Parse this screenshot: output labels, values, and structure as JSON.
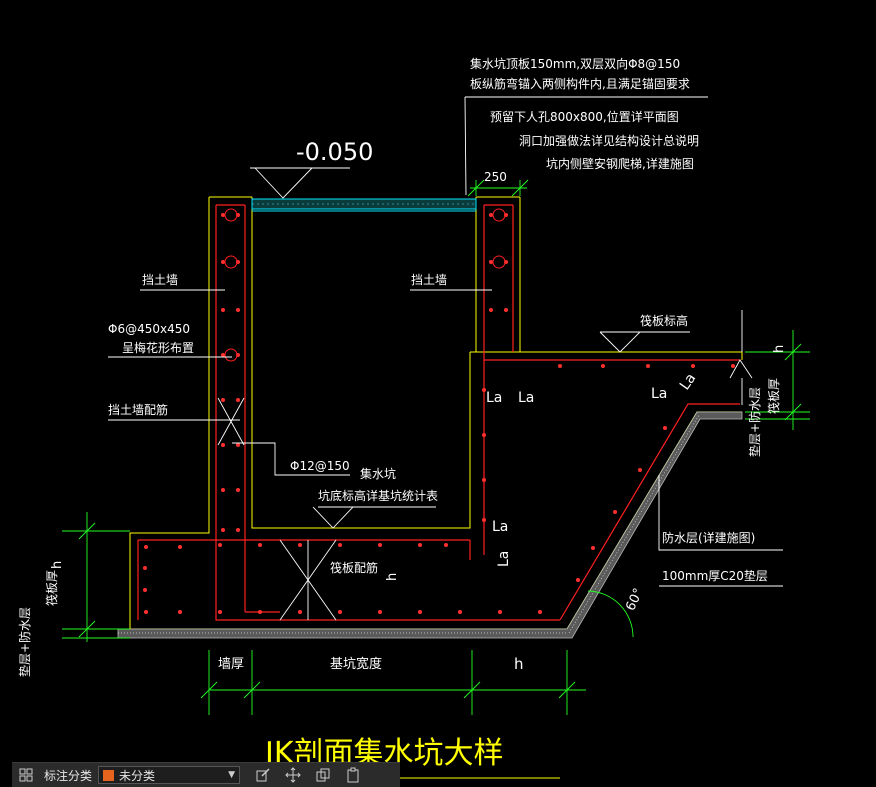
{
  "drawing": {
    "title": "JK剖面集水坑大样",
    "elevation": "-0.050",
    "notes": [
      "集水坑顶板150mm,双层双向Φ8@150",
      "板纵筋弯锚入两侧构件内,且满足锚固要求",
      "预留下人孔800x800,位置详平面图",
      "洞口加强做法详见结构设计总说明",
      "坑内侧壁安钢爬梯,详建施图"
    ],
    "dim_250": "250",
    "retaining_wall_left": "挡土墙",
    "retaining_wall_right": "挡土墙",
    "tie_bar": "Φ6@450x450",
    "tie_bar_note": "呈梅花形布置",
    "wall_rebar": "挡土墙配筋",
    "wall_bar_spec": "Φ12@150",
    "pit_label": "集水坑",
    "pit_bottom_note": "坑底标高详基坑统计表",
    "raft_rebar": "筏板配筋",
    "raft_top_elev": "筏板标高",
    "la": "La",
    "h": "h",
    "raft_thickness": "筏板厚",
    "pad_waterproof": "垫层+防水层",
    "waterproof_layer": "防水层(详建施图)",
    "c20_pad": "100mm厚C20垫层",
    "angle": "60°",
    "dim_wall_thickness": "墙厚",
    "dim_pit_width": "基坑宽度"
  },
  "toolbar": {
    "label": "标注分类",
    "category": "未分类",
    "category_color": "#e8641e",
    "icons": [
      "layers-icon",
      "edit-icon",
      "move-icon",
      "copy-icon",
      "paste-icon"
    ]
  }
}
